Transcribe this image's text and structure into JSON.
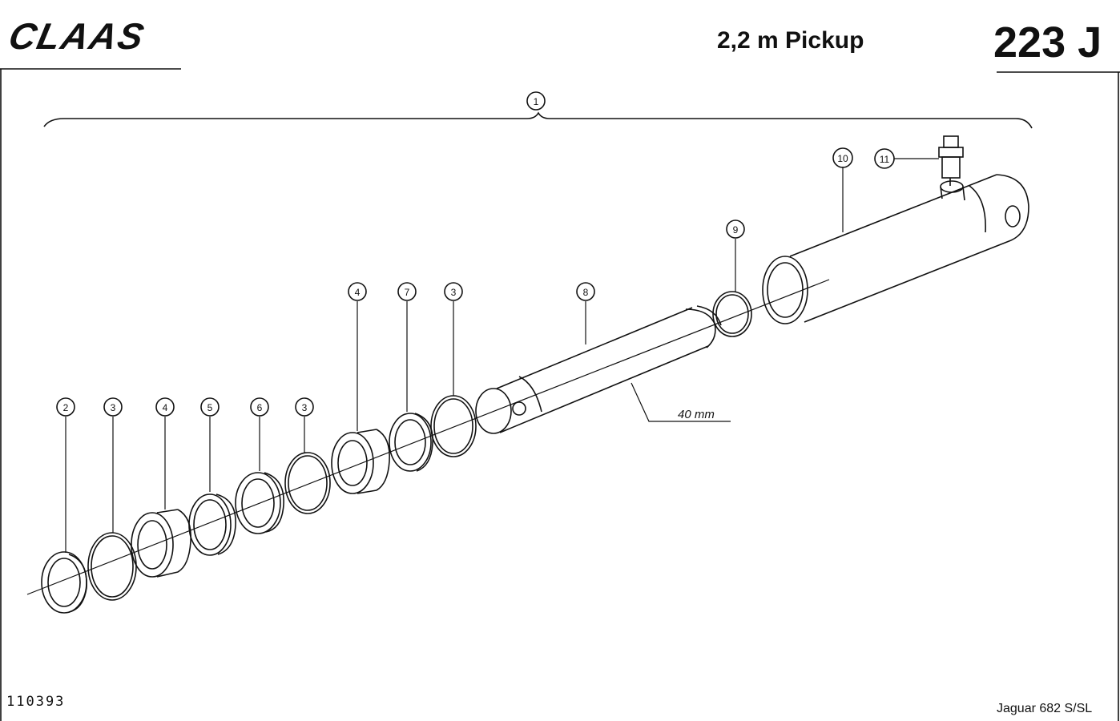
{
  "header": {
    "logo": "CLAAS",
    "title": "2,2 m Pickup",
    "page_code": "223 J"
  },
  "footer": {
    "doc_number": "110393",
    "model": "Jaguar 682 S/SL"
  },
  "callouts": {
    "c1": "1",
    "c2": "2",
    "c3a": "3",
    "c4a": "4",
    "c5": "5",
    "c6": "6",
    "c3b": "3",
    "c4b": "4",
    "c7": "7",
    "c3c": "3",
    "c8": "8",
    "c9": "9",
    "c10": "10",
    "c11": "11"
  },
  "dimension_label": "40 mm",
  "colors": {
    "ink": "#111111",
    "paper": "#ffffff"
  }
}
